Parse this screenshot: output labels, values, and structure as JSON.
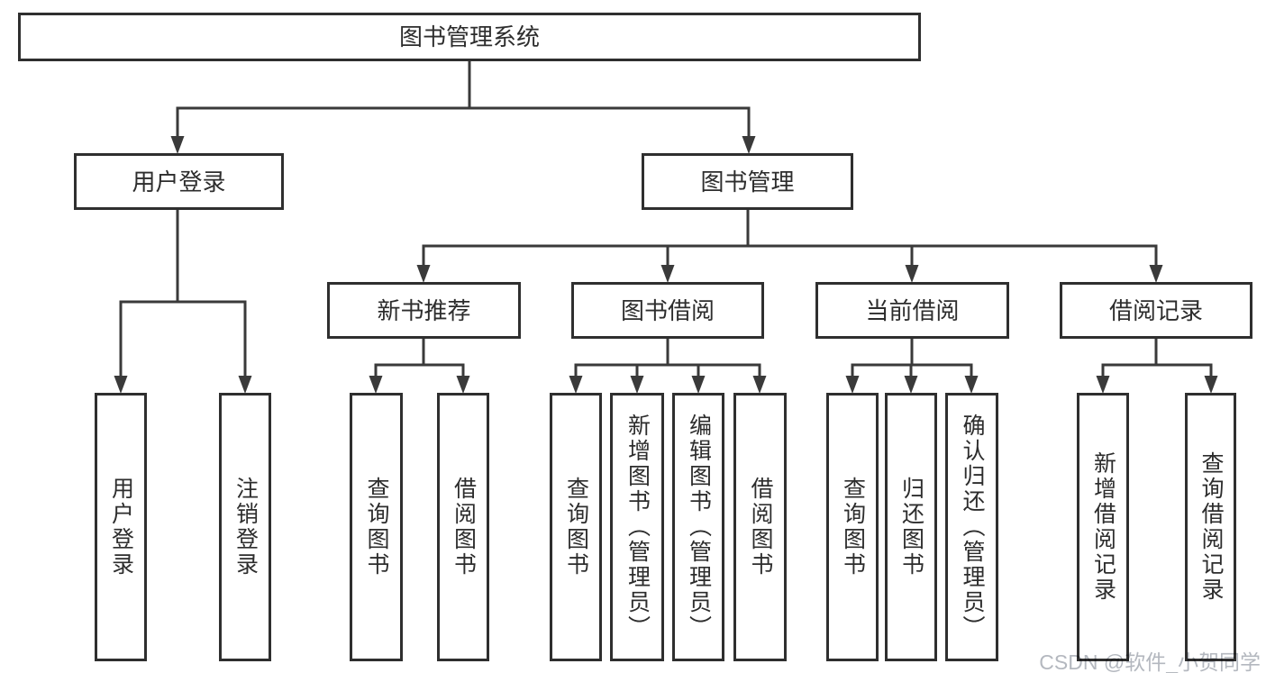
{
  "diagram": {
    "type": "hierarchy-tree",
    "levels": 4
  },
  "nodes": {
    "root": "图书管理系统",
    "user_login": "用户登录",
    "book_management": "图书管理",
    "new_book_recommend": "新书推荐",
    "book_borrow": "图书借阅",
    "current_borrow": "当前借阅",
    "borrow_record": "借阅记录"
  },
  "leaves": {
    "user_login": [
      "用户登录",
      "注销登录"
    ],
    "new_book": [
      "查询图书",
      "借阅图书"
    ],
    "borrow": [
      "查询图书",
      "新增图书（管理员）",
      "编辑图书（管理员）",
      "借阅图书"
    ],
    "current": [
      "查询图书",
      "归还图书",
      "确认归还（管理员）"
    ],
    "record": [
      "新增借阅记录",
      "查询借阅记录"
    ]
  },
  "watermark": {
    "text": "CSDN @软件_小贺同学",
    "color": "#b4b8bf"
  },
  "colors": {
    "background": "#ffffff",
    "line": "#3a3a3a",
    "box_border": "#2f2f2f",
    "text": "#2d2d2d"
  }
}
